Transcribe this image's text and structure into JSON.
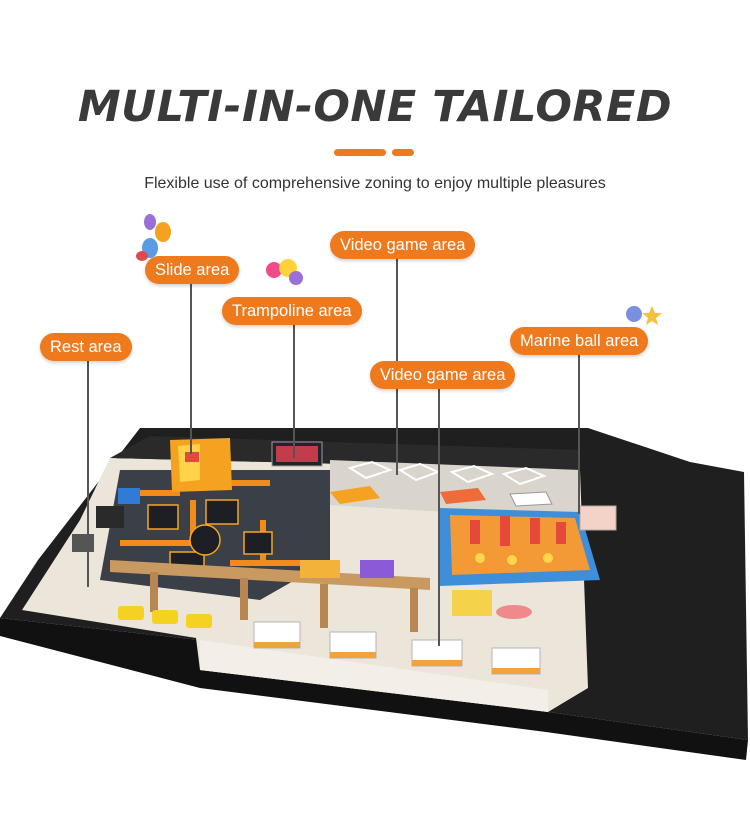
{
  "header": {
    "title": "MULTI-IN-ONE TAILORED",
    "subtitle": "Flexible use of comprehensive zoning to enjoy multiple pleasures"
  },
  "zones": {
    "rest": "Rest area",
    "slide": "Slide area",
    "trampoline": "Trampoline area",
    "video_top": "Video game area",
    "video_mid": "Video game area",
    "marine": "Marine ball area"
  },
  "colors": {
    "accent": "#ef7a1e",
    "title": "#3a3a3a",
    "wall": "#1c1c1c",
    "floor": "#ece6dc"
  }
}
